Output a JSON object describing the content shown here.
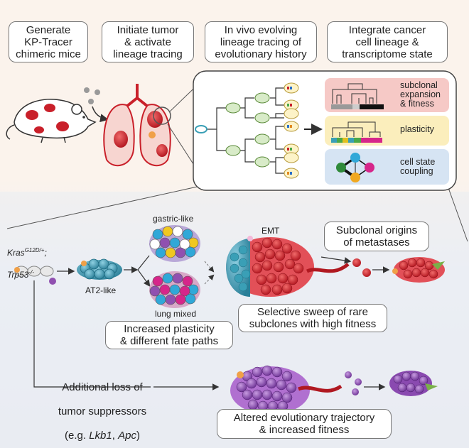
{
  "steps": [
    "Generate\nKP-Tracer\nchimeric mice",
    "Initiate tumor\n& activate\nlineage tracing",
    "In vivo evolving\nlineage tracing of\nevolutionary history",
    "Integrate cancer\ncell lineage &\ntranscriptome state"
  ],
  "panels": {
    "subclonal": "subclonal\nexpansion\n& fitness",
    "plasticity": "plasticity",
    "coupling": "cell state\ncoupling"
  },
  "colors": {
    "subclonal_bg": "#f6c9c6",
    "plasticity_bg": "#fbeebc",
    "coupling_bg": "#d6e4f3",
    "tumor_red": "#c9202a",
    "teal": "#3a9fb6"
  },
  "genotype": {
    "gene1": "Kras",
    "gene1_sup": "G12D/+",
    "gene1_suffix": ";",
    "gene2": "Trp53",
    "gene2_sup": "-/-"
  },
  "labels": {
    "at2": "AT2-like",
    "gastric": "gastric-like",
    "lung_mixed": "lung mixed",
    "emt": "EMT"
  },
  "boxes": {
    "subclonal_origins": "Subclonal origins\nof metastases",
    "selective_sweep": "Selective sweep of rare\nsubclones with high fitness",
    "plasticity": "Increased plasticity\n& different fate paths",
    "altered": "Altered evolutionary trajectory\n& increased fitness"
  },
  "additional_loss": {
    "line1": "Additional loss of",
    "line2": "tumor suppressors",
    "line3_prefix": "(e.g. ",
    "gene_a": "Lkb1",
    "sep": ", ",
    "gene_b": "Apc",
    "line3_suffix": ")"
  }
}
